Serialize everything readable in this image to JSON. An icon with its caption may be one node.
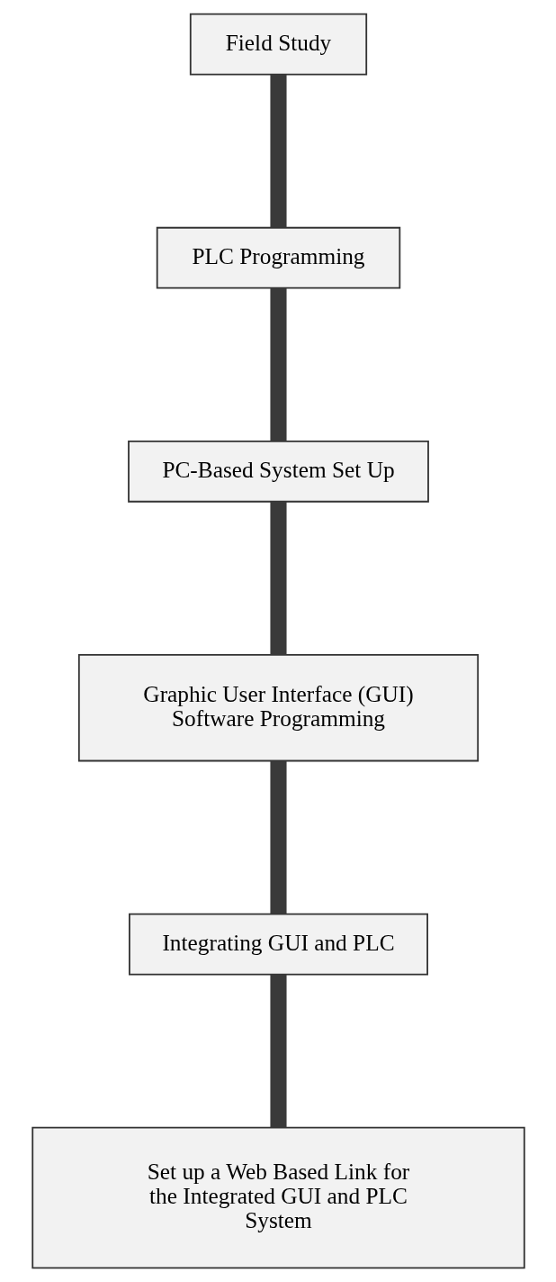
{
  "diagram": {
    "nodes": [
      {
        "text": [
          "Field Study"
        ]
      },
      {
        "text": [
          "PLC Programming"
        ]
      },
      {
        "text": [
          "PC-Based System Set Up"
        ]
      },
      {
        "text": [
          "Graphic User Interface (GUI) Software Programming"
        ]
      },
      {
        "text": [
          "Integrating GUI and PLC"
        ]
      },
      {
        "text": [
          "Set up a Web Based Link for the Integrated GUI and PLC System"
        ]
      }
    ],
    "edges": [
      {
        "from": 0,
        "to": 1,
        "arrow": "none"
      },
      {
        "from": 1,
        "to": 2,
        "arrow": "none"
      },
      {
        "from": 2,
        "to": 3,
        "arrow": "none"
      },
      {
        "from": 3,
        "to": 4,
        "arrow": "none"
      },
      {
        "from": 4,
        "to": 5,
        "arrow": "none"
      }
    ]
  }
}
